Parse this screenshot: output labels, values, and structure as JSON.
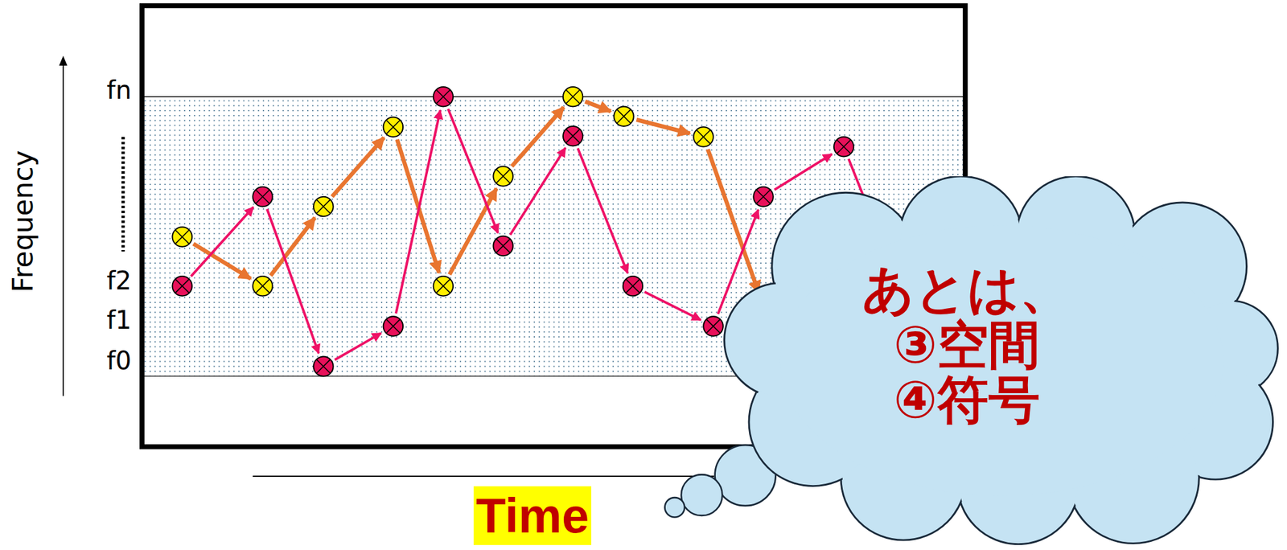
{
  "diagram": {
    "nodes": [
      {
        "text": [
          "あとは、 ③空間 ④符号"
        ]
      }
    ],
    "labels": [
      "Frequency",
      "fn",
      "f2",
      "f1",
      "f0",
      "Time"
    ]
  }
}
